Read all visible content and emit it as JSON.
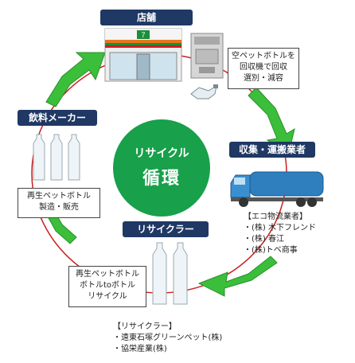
{
  "labels": {
    "store": "店舗",
    "maker": "飲料メーカー",
    "collector": "収集・運搬業者",
    "recycler": "リサイクラー"
  },
  "center": {
    "line1": "リサイクル",
    "line2": "循環"
  },
  "boxes": {
    "store_note": [
      "空ペットボトルを",
      "回収機で回収",
      "選別・減容"
    ],
    "maker_note": [
      "再生ペットボトル",
      "製造・販売"
    ],
    "recycler_note": [
      "再生ペットボトル",
      "ボトルtoボトル",
      "リサイクル"
    ]
  },
  "collector_list": [
    "【エコ物流業者】",
    "・(株) 木下フレンド",
    "・(株) 春江",
    "・(株)トベ商事"
  ],
  "recycler_list": [
    "【リサイクラー】",
    "・遠東石塚グリーンペット(株)",
    "・協栄産業(株)"
  ],
  "colors": {
    "navy": "#1f3864",
    "green": "#18a04a",
    "arrow": "#3bbf3b",
    "ring": "#cc1f1f"
  }
}
